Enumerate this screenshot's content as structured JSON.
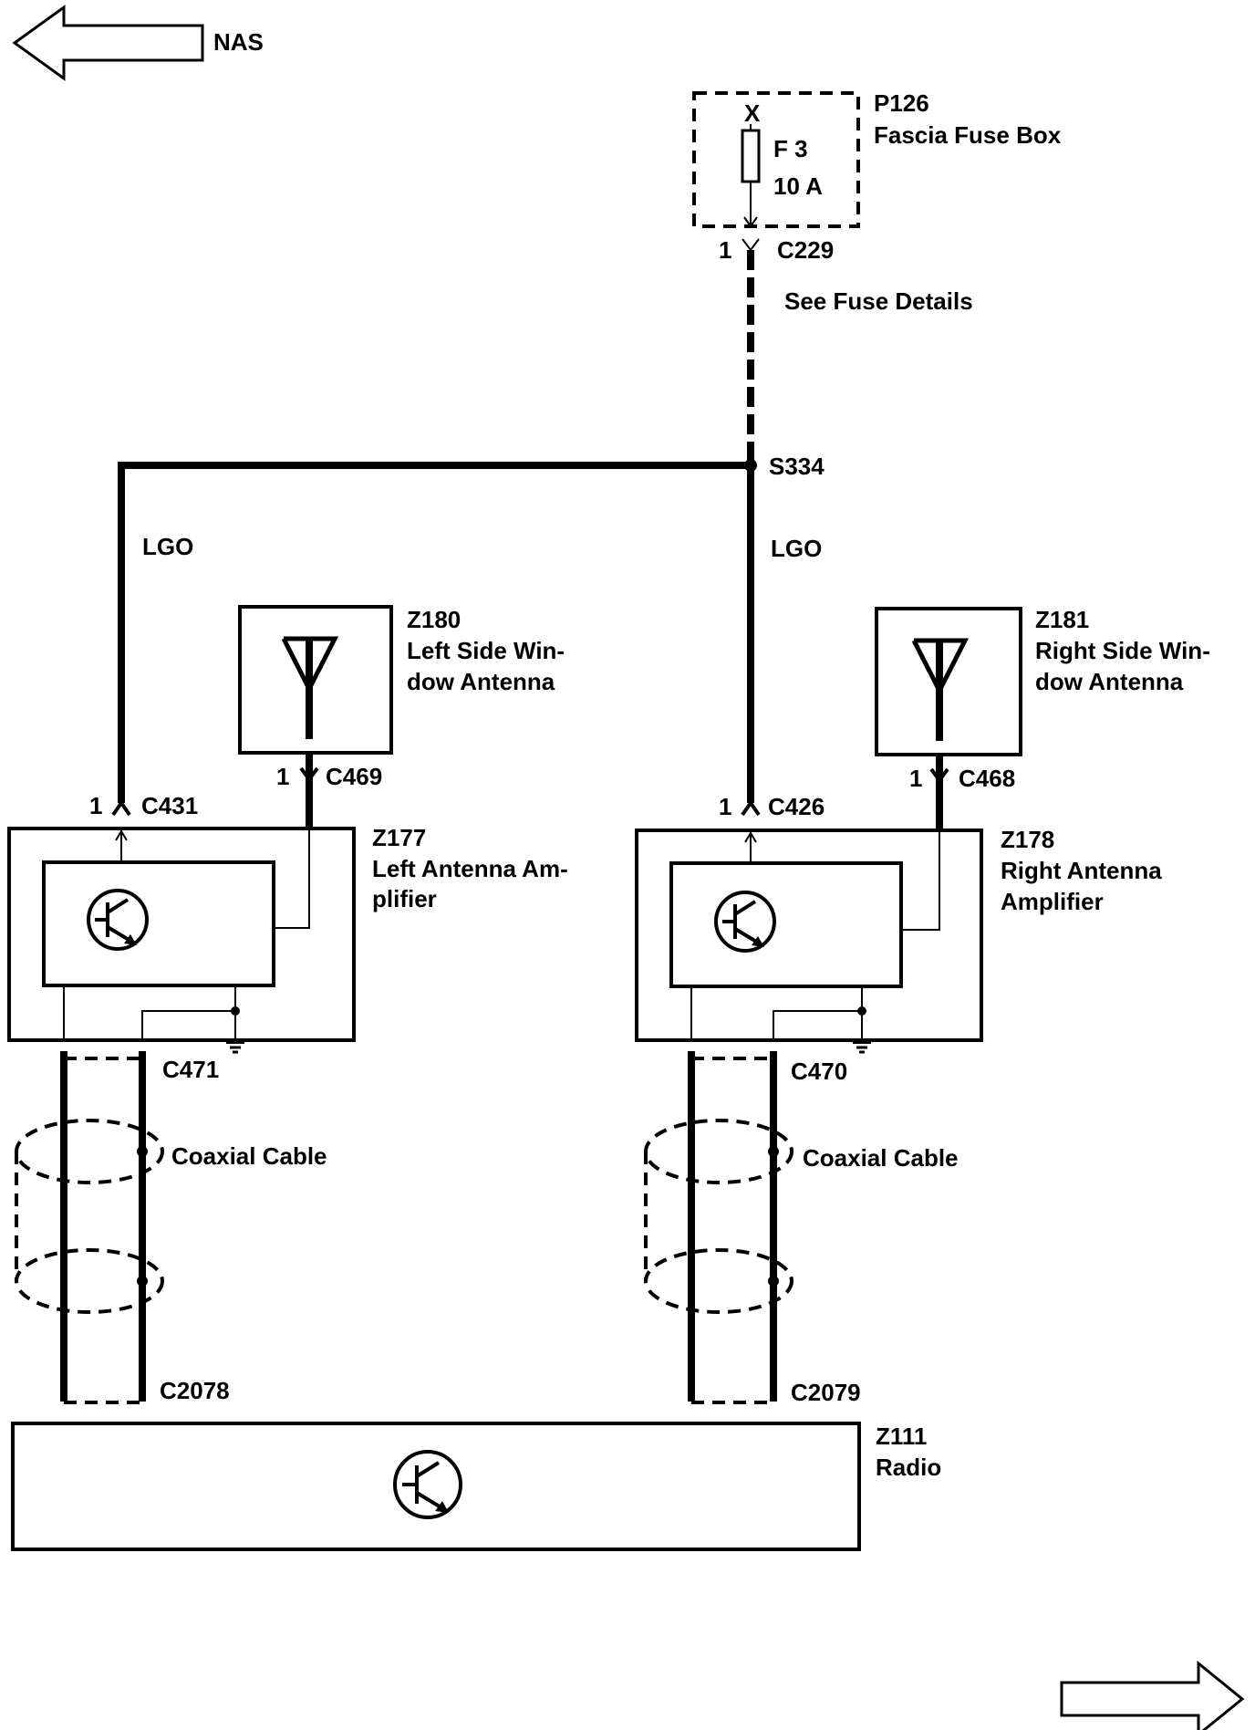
{
  "nav": {
    "back_label": "NAS"
  },
  "fuse_box": {
    "id": "P126",
    "name": "Fascia Fuse Box",
    "terminal": "X",
    "fuse": "F 3",
    "rating": "10 A",
    "pin": "1",
    "connector": "C229",
    "note": "See Fuse Details"
  },
  "splice": {
    "id": "S334"
  },
  "wires": {
    "left_color": "LGO",
    "right_color": "LGO"
  },
  "left_antenna": {
    "id": "Z180",
    "name_line1": "Left Side Win-",
    "name_line2": "dow Antenna",
    "pin": "1",
    "connector": "C469"
  },
  "right_antenna": {
    "id": "Z181",
    "name_line1": "Right Side Win-",
    "name_line2": "dow Antenna",
    "pin": "1",
    "connector": "C468"
  },
  "left_amplifier": {
    "id": "Z177",
    "name_line1": "Left Antenna Am-",
    "name_line2": "plifier",
    "power_pin": "1",
    "power_connector": "C431",
    "output_connector": "C471"
  },
  "right_amplifier": {
    "id": "Z178",
    "name_line1": "Right Antenna",
    "name_line2": "Amplifier",
    "power_pin": "1",
    "power_connector": "C426",
    "output_connector": "C470"
  },
  "left_cable": {
    "label": "Coaxial Cable",
    "radio_connector": "C2078"
  },
  "right_cable": {
    "label": "Coaxial Cable",
    "radio_connector": "C2079"
  },
  "radio": {
    "id": "Z111",
    "name": "Radio"
  },
  "icons": {
    "back": "left-arrow-icon",
    "forward": "right-arrow-icon",
    "antenna": "antenna-icon",
    "amplifier": "transistor-icon",
    "ground": "ground-icon",
    "fuse": "fuse-icon"
  }
}
